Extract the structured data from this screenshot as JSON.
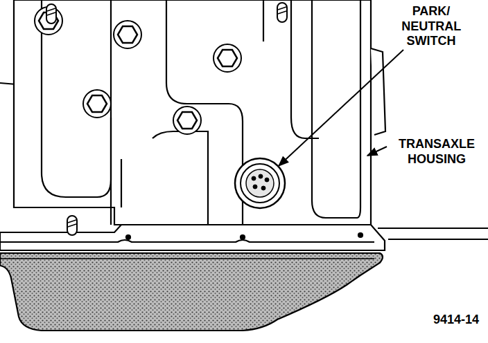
{
  "diagram": {
    "labels": [
      "PARK/ NEUTRAL SWITCH",
      "TRANSAXLE HOUSING",
      "9414-14"
    ]
  }
}
